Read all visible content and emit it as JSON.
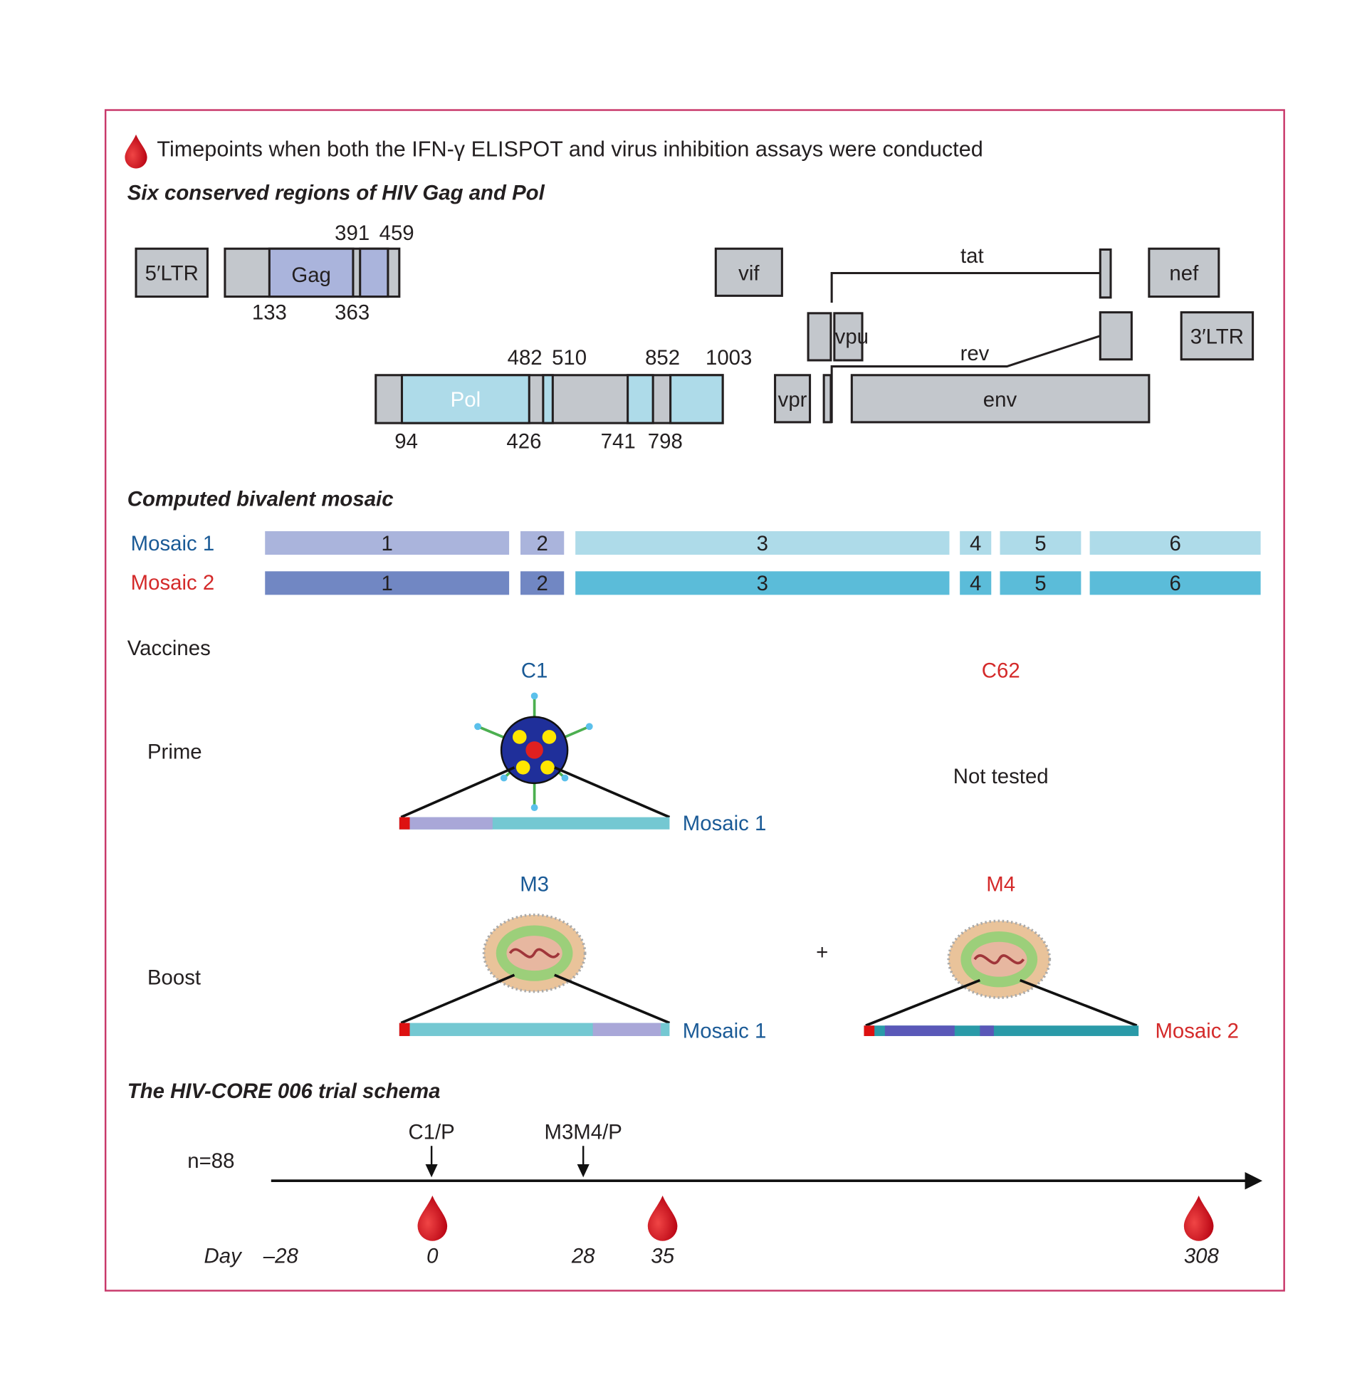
{
  "legend": {
    "text": "Timepoints when both the IFN-γ ELISPOT and virus inhibition assays were conducted",
    "icon": "blood-drop-icon"
  },
  "genome": {
    "heading": "Six conserved regions of HIV Gag and Pol",
    "genes": {
      "ltr5": "5′LTR",
      "gag": "Gag",
      "pol": "Pol",
      "vif": "vif",
      "tat": "tat",
      "nef": "nef",
      "vpu": "vpu",
      "ltr3": "3′LTR",
      "rev": "rev",
      "vpr": "vpr",
      "env": "env"
    },
    "gag_positions": {
      "top": [
        "391",
        "459"
      ],
      "bottom": [
        "133",
        "363"
      ]
    },
    "pol_positions": {
      "top": [
        "482",
        "510",
        "852",
        "1003"
      ],
      "bottom": [
        "94",
        "426",
        "741",
        "798"
      ]
    }
  },
  "mosaic": {
    "heading": "Computed bivalent mosaic",
    "rows": [
      {
        "label": "Mosaic 1",
        "segments": [
          "1",
          "2",
          "3",
          "4",
          "5",
          "6"
        ]
      },
      {
        "label": "Mosaic 2",
        "segments": [
          "1",
          "2",
          "3",
          "4",
          "5",
          "6"
        ]
      }
    ]
  },
  "vaccines": {
    "heading": "Vaccines",
    "prime_label": "Prime",
    "boost_label": "Boost",
    "c1": "C1",
    "c62": "C62",
    "not_tested": "Not tested",
    "m3": "M3",
    "m4": "M4",
    "plus": "+",
    "prime_insert": "Mosaic 1",
    "boost_insert_m3": "Mosaic 1",
    "boost_insert_m4": "Mosaic 2"
  },
  "trial": {
    "heading": "The HIV-CORE 006 trial schema",
    "n": "n=88",
    "events": [
      {
        "label": "C1/P",
        "day": 0
      },
      {
        "label": "M3M4/P",
        "day": 28
      }
    ],
    "day_label": "Day",
    "days": [
      "–28",
      "0",
      "28",
      "35",
      "308"
    ],
    "blood_draw_days": [
      0,
      35,
      308
    ]
  },
  "colors": {
    "border": "#c8386a",
    "mosaic1": "#1a5a96",
    "mosaic2": "#d42a2a",
    "drop": "#d0111b"
  }
}
